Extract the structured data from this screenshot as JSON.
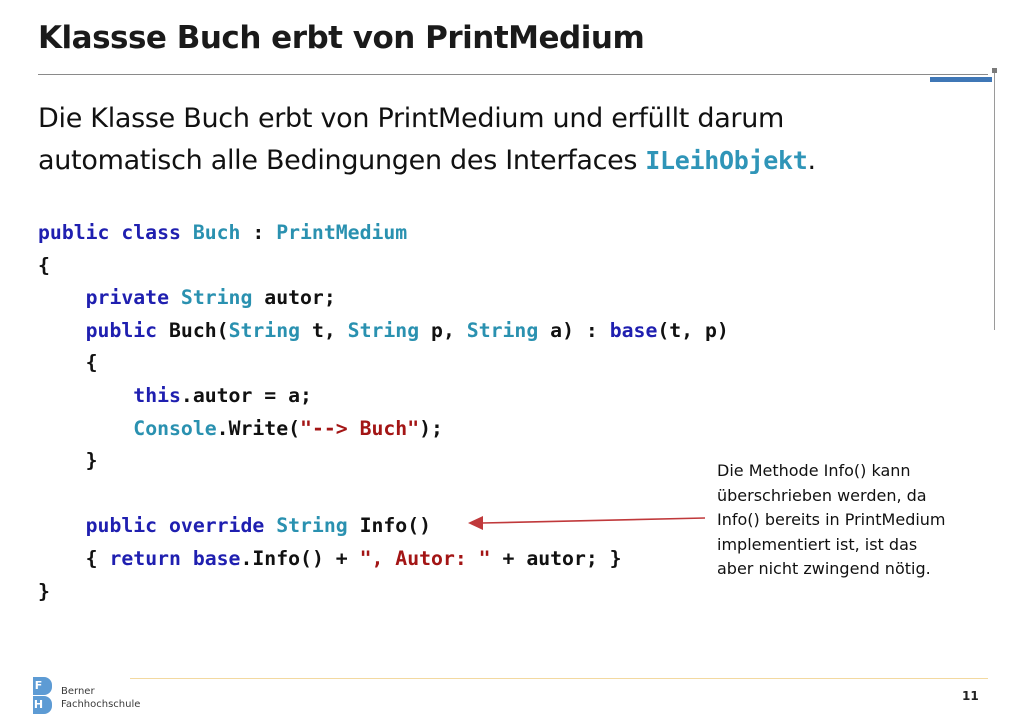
{
  "slide": {
    "title": "Klassse Buch erbt von PrintMedium",
    "intro": {
      "line1": "Die Klasse Buch erbt von PrintMedium und erfüllt darum",
      "line2_pre": "automatisch alle Bedingungen des Interfaces",
      "line2_iface": "ILeihObjekt",
      "line2_post": "."
    },
    "code": [
      [
        {
          "t": "public class ",
          "c": "kw"
        },
        {
          "t": "Buch",
          "c": "ty"
        },
        {
          "t": " : ",
          "c": "pl"
        },
        {
          "t": "PrintMedium",
          "c": "ty"
        }
      ],
      [
        {
          "t": "{",
          "c": "pl"
        }
      ],
      [
        {
          "t": "    ",
          "c": "pl"
        },
        {
          "t": "private ",
          "c": "kw"
        },
        {
          "t": "String",
          "c": "ty"
        },
        {
          "t": " autor;",
          "c": "pl"
        }
      ],
      [
        {
          "t": "    ",
          "c": "pl"
        },
        {
          "t": "public ",
          "c": "kw"
        },
        {
          "t": "Buch(",
          "c": "pl"
        },
        {
          "t": "String",
          "c": "ty"
        },
        {
          "t": " t, ",
          "c": "pl"
        },
        {
          "t": "String",
          "c": "ty"
        },
        {
          "t": " p, ",
          "c": "pl"
        },
        {
          "t": "String",
          "c": "ty"
        },
        {
          "t": " a) : ",
          "c": "pl"
        },
        {
          "t": "base",
          "c": "kw"
        },
        {
          "t": "(t, p)",
          "c": "pl"
        }
      ],
      [
        {
          "t": "    {",
          "c": "pl"
        }
      ],
      [
        {
          "t": "        ",
          "c": "pl"
        },
        {
          "t": "this",
          "c": "kw"
        },
        {
          "t": ".autor = a;",
          "c": "pl"
        }
      ],
      [
        {
          "t": "        ",
          "c": "pl"
        },
        {
          "t": "Console",
          "c": "ty"
        },
        {
          "t": ".Write(",
          "c": "pl"
        },
        {
          "t": "\"--> Buch\"",
          "c": "str"
        },
        {
          "t": ");",
          "c": "pl"
        }
      ],
      [
        {
          "t": "    }",
          "c": "pl"
        }
      ],
      [],
      [
        {
          "t": "    ",
          "c": "pl"
        },
        {
          "t": "public override ",
          "c": "kw"
        },
        {
          "t": "String",
          "c": "ty"
        },
        {
          "t": " Info()",
          "c": "pl"
        }
      ],
      [
        {
          "t": "    { ",
          "c": "pl"
        },
        {
          "t": "return base",
          "c": "kw"
        },
        {
          "t": ".Info() + ",
          "c": "pl"
        },
        {
          "t": "\", Autor: \"",
          "c": "str"
        },
        {
          "t": " + autor; }",
          "c": "pl"
        }
      ],
      [
        {
          "t": "}",
          "c": "pl"
        }
      ]
    ],
    "callout": [
      "Die Methode Info() kann",
      "überschrieben werden, da",
      "Info() bereits in PrintMedium",
      "implementiert ist, ist das",
      "aber nicht zwingend nötig."
    ],
    "colors": {
      "keyword": "#1f1fb0",
      "type": "#2a91b0",
      "string": "#a31515",
      "arrow": "#c0393b",
      "accent": "#3f77b6"
    }
  },
  "footer": {
    "logo_letters": [
      "F",
      "H"
    ],
    "logo_line1": "Berner",
    "logo_line2": "Fachhochschule",
    "page_number": "11"
  }
}
